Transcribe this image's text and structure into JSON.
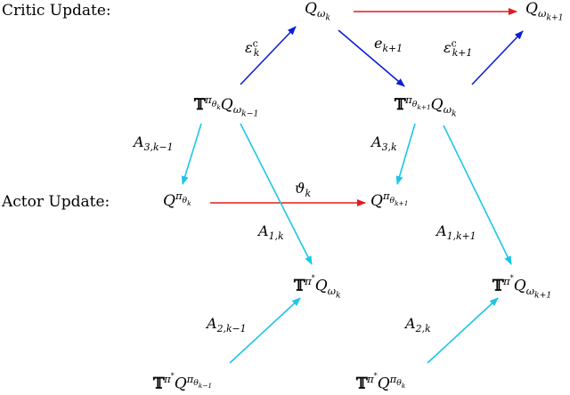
{
  "rows": {
    "critic_label": "Critic Update:",
    "actor_label": "Actor Update:"
  },
  "nodes": {
    "q_omega_k": {
      "main": "Q",
      "sub": "ω",
      "subsub": "k"
    },
    "q_omega_k1": {
      "main": "Q",
      "sub": "ω",
      "subsub": "k+1"
    },
    "t_pi_k_q_omega_km1": {
      "op": "𝕋",
      "sup": "π",
      "supsub": "θ",
      "supsubsub": "k",
      "main": "Q",
      "sub": "ω",
      "subsub": "k−1"
    },
    "t_pi_k1_q_omega_k": {
      "op": "𝕋",
      "sup": "π",
      "supsub": "θ",
      "supsubsub": "k+1",
      "main": "Q",
      "sub": "ω",
      "subsub": "k"
    },
    "q_pi_k": {
      "main": "Q",
      "sup": "π",
      "supsub": "θ",
      "supsubsub": "k"
    },
    "q_pi_k1": {
      "main": "Q",
      "sup": "π",
      "supsub": "θ",
      "supsubsub": "k+1"
    },
    "t_star_q_omega_k": {
      "op": "𝕋",
      "sup": "π",
      "supstar": "*",
      "main": "Q",
      "sub": "ω",
      "subsub": "k"
    },
    "t_star_q_omega_k1": {
      "op": "𝕋",
      "sup": "π",
      "supstar": "*",
      "main": "Q",
      "sub": "ω",
      "subsub": "k+1"
    },
    "t_star_q_pi_km1": {
      "op": "𝕋",
      "sup": "π",
      "supstar": "*",
      "main": "Q",
      "sup2": "π",
      "sup2sub": "θ",
      "sup2subsub": "k−1"
    },
    "t_star_q_pi_k": {
      "op": "𝕋",
      "sup": "π",
      "supstar": "*",
      "main": "Q",
      "sup2": "π",
      "sup2sub": "θ",
      "sup2subsub": "k"
    }
  },
  "edge_labels": {
    "eps_k": {
      "main": "ε",
      "sup": "c",
      "sub": "k"
    },
    "eps_k1": {
      "main": "ε",
      "sup": "c",
      "sub": "k+1"
    },
    "e_k1": {
      "main": "e",
      "sub": "k+1"
    },
    "a3_km1": {
      "main": "A",
      "sub": "3,k−1"
    },
    "a3_k": {
      "main": "A",
      "sub": "3,k"
    },
    "vartheta_k": {
      "main": "ϑ",
      "sub": "k"
    },
    "a1_k": {
      "main": "A",
      "sub": "1,k"
    },
    "a1_k1": {
      "main": "A",
      "sub": "1,k+1"
    },
    "a2_km1": {
      "main": "A",
      "sub": "2,k−1"
    },
    "a2_k": {
      "main": "A",
      "sub": "2,k"
    }
  },
  "colors": {
    "critic_arrow": "#0b1fd6",
    "actor_arrow": "#e31b1b",
    "error_arrow": "#1cc6e8",
    "text": "#000000"
  }
}
